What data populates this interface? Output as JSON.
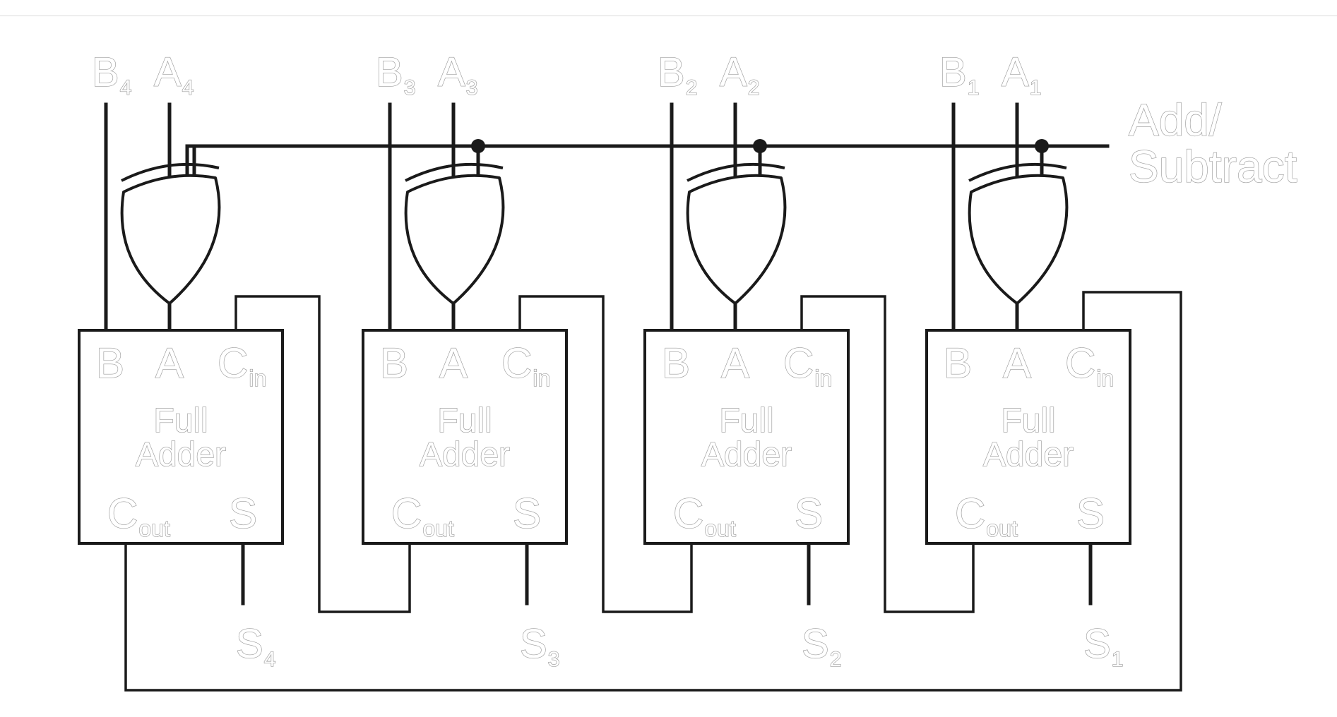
{
  "control": {
    "line1": "Add/",
    "line2": "Subtract"
  },
  "full_adder": {
    "label_line1": "Full",
    "label_line2": "Adder",
    "pin_b": "B",
    "pin_a": "A",
    "pin_c": "C",
    "pin_cin_sub": "in",
    "pin_cout_sub": "out",
    "pin_s": "S"
  },
  "stages": [
    {
      "b": "B",
      "b_sub": "4",
      "a": "A",
      "a_sub": "4",
      "s": "S",
      "s_sub": "4"
    },
    {
      "b": "B",
      "b_sub": "3",
      "a": "A",
      "a_sub": "3",
      "s": "S",
      "s_sub": "3"
    },
    {
      "b": "B",
      "b_sub": "2",
      "a": "A",
      "a_sub": "2",
      "s": "S",
      "s_sub": "2"
    },
    {
      "b": "B",
      "b_sub": "1",
      "a": "A",
      "a_sub": "1",
      "s": "S",
      "s_sub": "1"
    }
  ]
}
